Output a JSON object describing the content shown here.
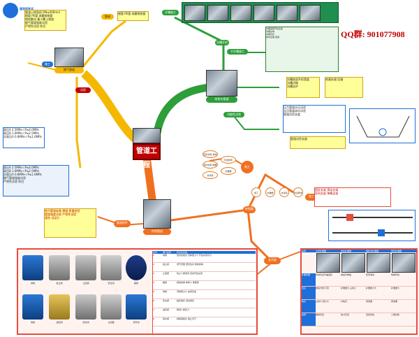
{
  "center": {
    "title": "管道工程"
  },
  "branches": {
    "gas": "燃气管道",
    "drain": "给排水管道",
    "heat": "供热管道"
  },
  "gas_side": {
    "top_label": "管材",
    "notes": [
      "管道公称直径 DN≤400mm",
      "钢管 PE管 球墨铸铁管",
      "埋地敷设 最小覆土厚度",
      "燃气管道强度试验",
      "严密性试验 吹扫"
    ],
    "left_tag": "施工",
    "pressure_labels": [
      "高压A 2.5MPa＜P≤4.0MPa",
      "高压B 1.6MPa＜P≤2.5MPa",
      "次高压A 0.8MPa＜P≤1.6MPa"
    ],
    "test_tag": "试验"
  },
  "drain_side": {
    "top_tag": "开槽施工",
    "tags": [
      "沟槽开挖",
      "不开槽施工",
      "功能性试验"
    ],
    "yellow_notes": [
      "沟槽底部开挖宽度",
      "沟槽边坡",
      "沟槽支护",
      "地基处理 回填"
    ],
    "test_notes": [
      "压力管道水压试验",
      "无压管道闭水试验",
      "管道试验长度"
    ]
  },
  "heat_side": {
    "tags": [
      "施工",
      "补偿器",
      "支吊架",
      "管道附件"
    ],
    "left_notes": [
      "热力管道安装 焊接 质量检验",
      "管道强度试验 严密性试验",
      "清洗 试运行"
    ],
    "right_notes": [
      "固定支架 滑动支架",
      "导向支架 弹簧支架"
    ]
  },
  "valve_table": {
    "headers": [
      "序号",
      "阀门名称",
      "特点及应用"
    ],
    "rows": [
      [
        "1",
        "闸阀",
        "密封性能好 流体阻力小 开启关闭省力"
      ],
      [
        "2",
        "截止阀",
        "调节流量 密封性好 结构简单"
      ],
      [
        "3",
        "止回阀",
        "防止介质倒流 自动开启关闭"
      ],
      [
        "4",
        "蝶阀",
        "结构简单 体积小 重量轻"
      ],
      [
        "5",
        "球阀",
        "流体阻力小 启闭迅速"
      ],
      [
        "6",
        "安全阀",
        "超压保护 自动泄压"
      ],
      [
        "7",
        "减压阀",
        "降低介质压力"
      ],
      [
        "8",
        "疏水阀",
        "排除凝结水 阻止蒸汽"
      ]
    ],
    "valve_labels": [
      "闸阀",
      "截止阀",
      "止回阀",
      "安全阀",
      "蝶阀",
      "球阀",
      "减压阀",
      "疏水阀",
      "过滤器",
      "调节阀"
    ]
  },
  "compensator_table": {
    "headers": [
      "名称",
      "方形补偿器",
      "波纹补偿器",
      "填料式补偿器",
      "球形补偿器"
    ],
    "rows": [
      [
        "补偿原理",
        "利用管道弯曲变形",
        "波纹管伸缩",
        "套筒滑动",
        "球体转动"
      ],
      [
        "优点",
        "制造方便 可靠",
        "补偿量大 占地小",
        "补偿能力大",
        "补偿量大"
      ],
      [
        "缺点",
        "占地大 阻力大",
        "价格高",
        "易泄漏",
        "易泄漏"
      ],
      [
        "适用",
        "各种管道",
        "热力管道",
        "直线管段",
        "三维位移"
      ]
    ]
  },
  "watermark": "QQ群: 901077908",
  "logo_text": "建造师考试",
  "colors": {
    "gas": "#f5b800",
    "drain": "#2e9e3a",
    "heat": "#f07020",
    "center": "#c00000",
    "accent": "#1e6fd9"
  }
}
